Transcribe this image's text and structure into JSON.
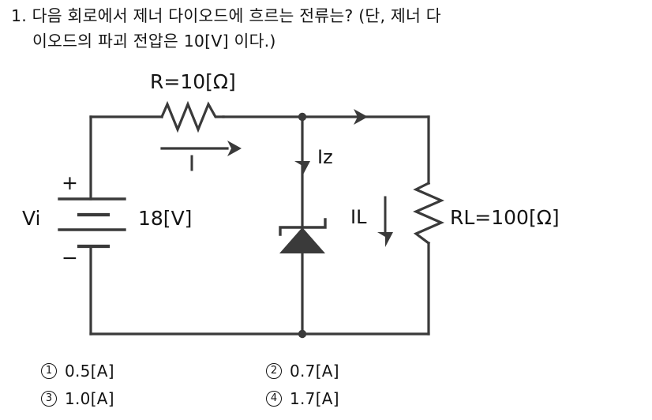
{
  "question": {
    "number": "1.",
    "line1": "1. 다음 회로에서 제너 다이오드에 흐르는 전류는? (단, 제너 다",
    "line2": "이오드의 파괴 전압은 10[V] 이다.)"
  },
  "circuit": {
    "source_label": "Vi",
    "source_value": "18[V]",
    "source_plus": "+",
    "source_minus": "−",
    "series_resistor_label": "R=10[Ω]",
    "series_current_label": "I",
    "zener_current_label": "Iz",
    "load_current_label": "IL",
    "load_resistor_label": "RL=100[Ω]",
    "zener_symbol": "zener-diode-icon",
    "line_color": "#3a3a3a"
  },
  "answers": [
    {
      "marker": "1",
      "text": "0.5[A]"
    },
    {
      "marker": "2",
      "text": "0.7[A]"
    },
    {
      "marker": "3",
      "text": "1.0[A]"
    },
    {
      "marker": "4",
      "text": "1.7[A]"
    }
  ]
}
